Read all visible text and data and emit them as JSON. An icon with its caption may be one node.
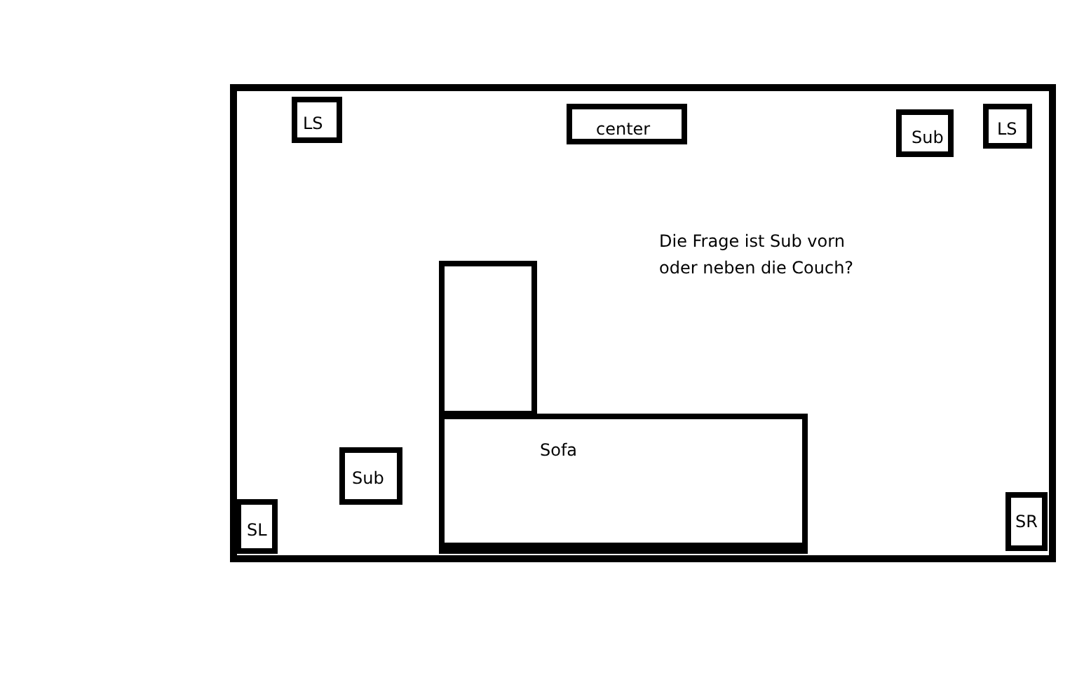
{
  "diagram": {
    "nodes": [
      {
        "text": [],
        "shape": "box"
      },
      {
        "text": [
          "LS"
        ],
        "in": 0
      },
      {
        "text": [
          "center"
        ],
        "in": 0
      },
      {
        "text": [
          "Sub"
        ],
        "in": 0
      },
      {
        "text": [
          "LS"
        ],
        "in": 0
      },
      {
        "text": [],
        "shape": "box",
        "in": 0
      },
      {
        "text": [
          "Sofa"
        ],
        "in": 0
      },
      {
        "text": [
          "Sub"
        ],
        "in": 0
      },
      {
        "text": [
          "SL"
        ],
        "in": 0
      },
      {
        "text": [
          "SR"
        ],
        "in": 0
      }
    ],
    "edges": [],
    "labels": [
      "Die Frage ist Sub vorn oder neben die Couch?"
    ]
  }
}
